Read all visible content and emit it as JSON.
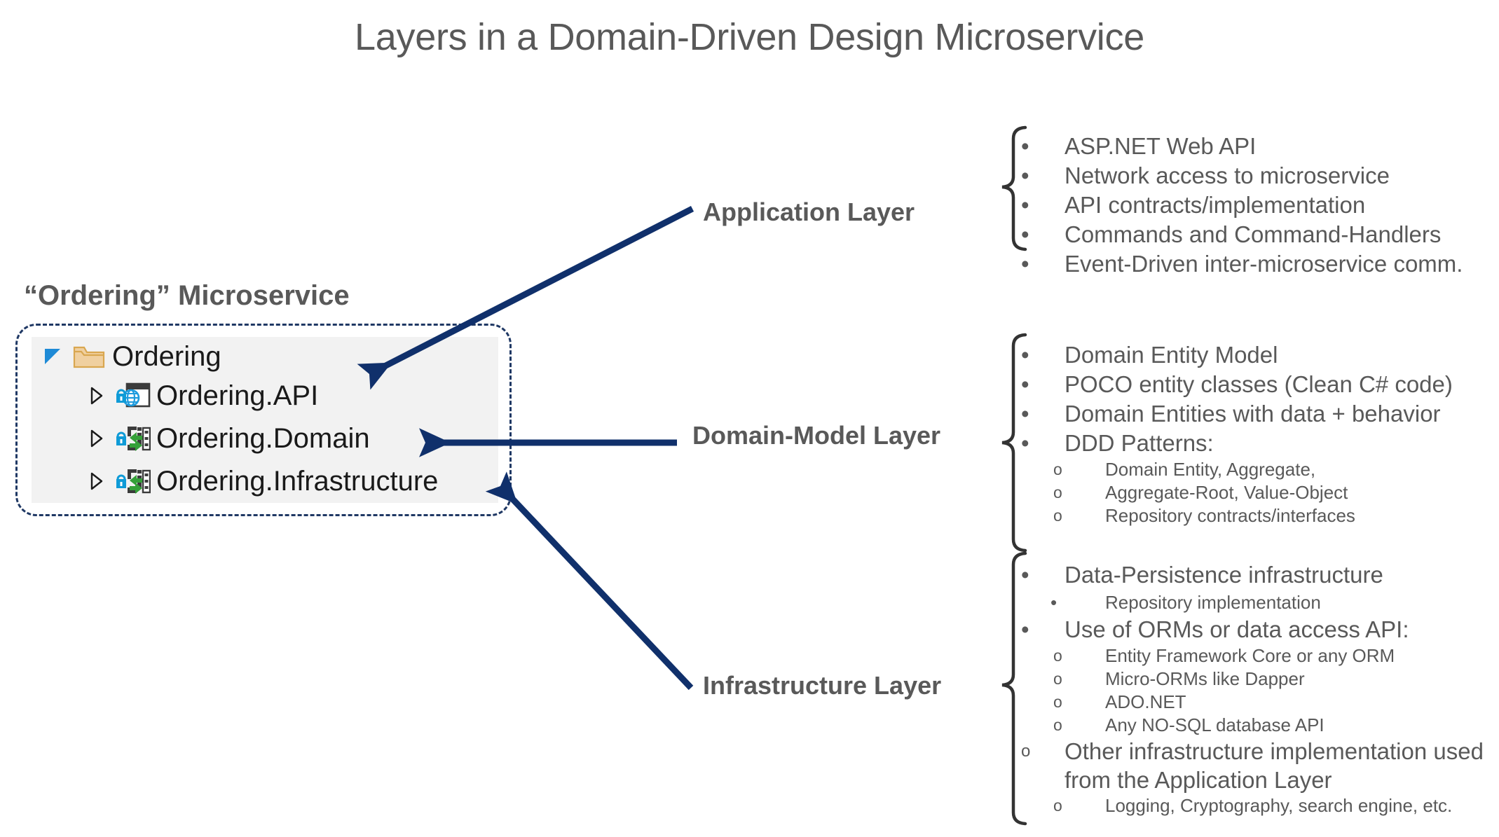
{
  "title": "Layers in a Domain-Driven Design Microservice",
  "microservice": {
    "caption": "“Ordering” Microservice",
    "tree": {
      "root": {
        "label": "Ordering",
        "icon": "folder-icon",
        "expander": "expander-open-icon"
      },
      "children": [
        {
          "label": "Ordering.API",
          "icon": "web-api-project-icon",
          "expander": "expander-closed-icon",
          "lock": "lock-icon"
        },
        {
          "label": "Ordering.Domain",
          "icon": "class-library-project-icon",
          "expander": "expander-closed-icon",
          "lock": "lock-icon"
        },
        {
          "label": "Ordering.Infrastructure",
          "icon": "class-library-project-icon",
          "expander": "expander-closed-icon",
          "lock": "lock-icon"
        }
      ]
    }
  },
  "layers": [
    {
      "name": "application",
      "label": "Application Layer",
      "bullets": [
        {
          "level": 1,
          "marker": "•",
          "text": "ASP.NET Web API"
        },
        {
          "level": 1,
          "marker": "•",
          "text": "Network access to microservice"
        },
        {
          "level": 1,
          "marker": "•",
          "text": "API contracts/implementation"
        },
        {
          "level": 1,
          "marker": "•",
          "text": "Commands and Command-Handlers"
        },
        {
          "level": 1,
          "marker": "•",
          "text": "Event-Driven inter-microservice comm."
        }
      ]
    },
    {
      "name": "domain-model",
      "label": "Domain-Model Layer",
      "bullets": [
        {
          "level": 1,
          "marker": "•",
          "text": "Domain Entity Model"
        },
        {
          "level": 1,
          "marker": "•",
          "text": "POCO entity classes (Clean C# code)"
        },
        {
          "level": 1,
          "marker": "•",
          "text": "Domain Entities with data + behavior"
        },
        {
          "level": 1,
          "marker": "•",
          "text": "DDD Patterns:"
        },
        {
          "level": 2,
          "marker": "o",
          "text": "Domain Entity, Aggregate,"
        },
        {
          "level": 2,
          "marker": "o",
          "text": "Aggregate-Root, Value-Object"
        },
        {
          "level": 2,
          "marker": "o",
          "text": "Repository contracts/interfaces"
        }
      ]
    },
    {
      "name": "infrastructure",
      "label": "Infrastructure Layer",
      "bullets": [
        {
          "level": 1,
          "marker": "•",
          "text": "Data-Persistence infrastructure"
        },
        {
          "level": "2dot",
          "marker": "•",
          "text": "Repository implementation"
        },
        {
          "level": 1,
          "marker": "•",
          "text": "Use of ORMs or data access API:"
        },
        {
          "level": 2,
          "marker": "o",
          "text": "Entity Framework Core or any ORM"
        },
        {
          "level": 2,
          "marker": "o",
          "text": "Micro-ORMs like Dapper"
        },
        {
          "level": 2,
          "marker": "o",
          "text": "ADO.NET"
        },
        {
          "level": 2,
          "marker": "o",
          "text": "Any NO-SQL database API"
        },
        {
          "level": "1o",
          "marker": "o",
          "text": "Other infrastructure implementation used from the Application Layer"
        },
        {
          "level": 2,
          "marker": "o",
          "text": "Logging, Cryptography, search engine, etc."
        }
      ]
    }
  ],
  "colors": {
    "arrow": "#10306b",
    "dashed_border": "#1f3864",
    "panel_background": "#f2f2f2",
    "text_gray": "#595959",
    "tree_text": "#1a1a1a",
    "expander_blue": "#1e8ad6",
    "folder": "#e8c07d",
    "lock_blue": "#0f9bd7",
    "project_green": "#34a038",
    "brace": "#333333"
  }
}
